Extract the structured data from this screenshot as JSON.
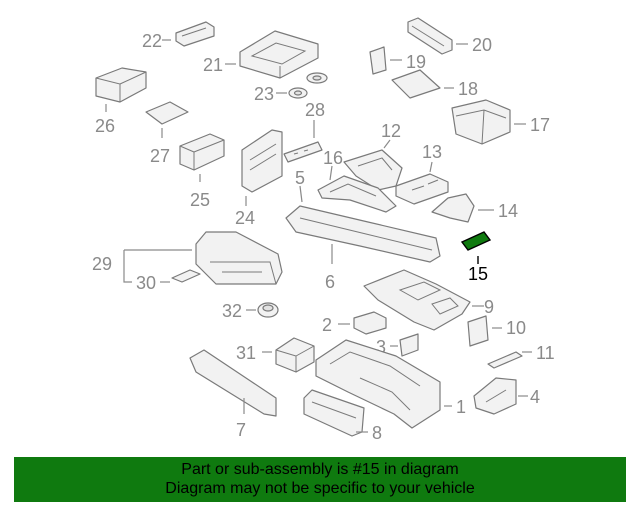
{
  "highlight_color": "#0f7a0f",
  "callouts": {
    "c1": "1",
    "c2": "2",
    "c3": "3",
    "c4": "4",
    "c5": "5",
    "c6": "6",
    "c7": "7",
    "c8": "8",
    "c9": "9",
    "c10": "10",
    "c11": "11",
    "c12": "12",
    "c13": "13",
    "c14": "14",
    "c15": "15",
    "c16": "16",
    "c17": "17",
    "c18": "18",
    "c19": "19",
    "c20": "20",
    "c21": "21",
    "c22": "22",
    "c23": "23",
    "c24": "24",
    "c25": "25",
    "c26": "26",
    "c27": "27",
    "c28": "28",
    "c29": "29",
    "c30": "30",
    "c31": "31",
    "c32": "32"
  },
  "banner": {
    "line1": "Part or sub-assembly is #15 in diagram",
    "line2": "Diagram may not be specific to your vehicle"
  }
}
